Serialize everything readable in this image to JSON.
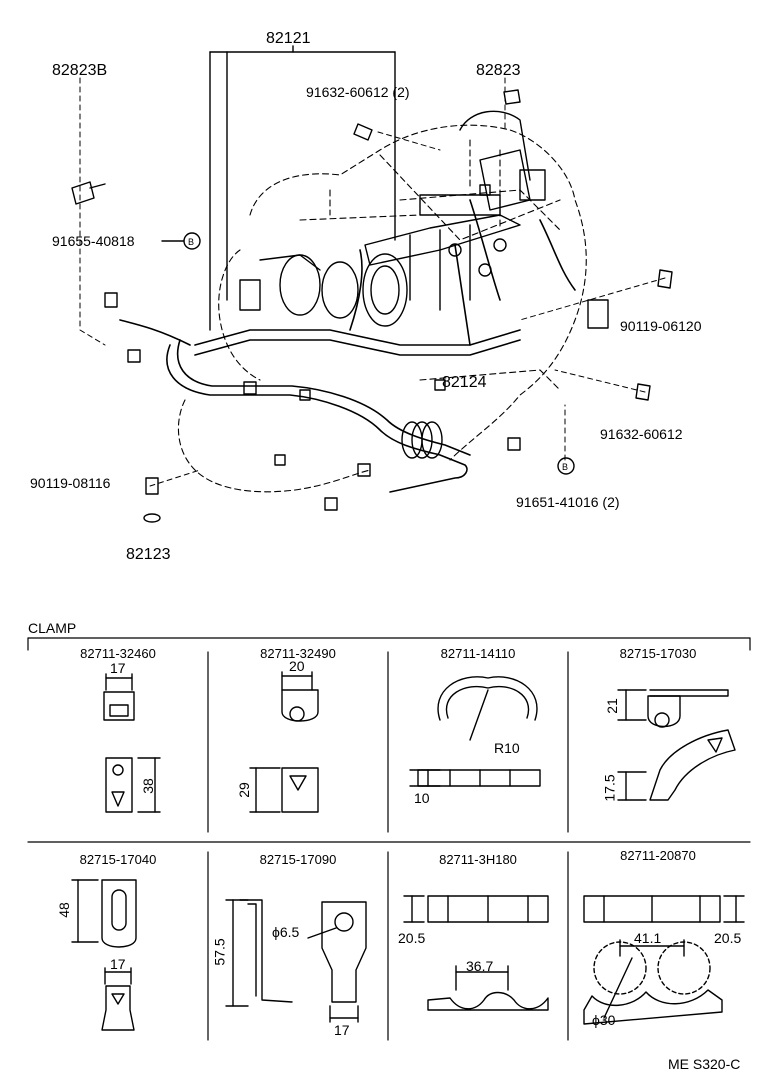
{
  "assembly": {
    "parts": {
      "harness_main": "82121",
      "clamp_b": "82823B",
      "clamp_a": "82823",
      "bolt_top": "91632-60612 (2)",
      "bolt_b_mark": "91655-40818",
      "bolt_right_a": "90119-06120",
      "sub_harness": "82124",
      "bolt_right_b": "91632-60612",
      "bolt_left": "90119-08116",
      "bolt_b_lower": "91651-41016 (2)",
      "ground_wire": "82123"
    },
    "marker_letter": "B"
  },
  "clamp_section": {
    "title": "CLAMP",
    "cells": [
      {
        "part": "82711-32460",
        "dims": [
          "17",
          "38"
        ]
      },
      {
        "part": "82711-32490",
        "dims": [
          "20",
          "29"
        ]
      },
      {
        "part": "82711-14110",
        "dims": [
          "R10",
          "10"
        ]
      },
      {
        "part": "82715-17030",
        "dims": [
          "21",
          "17.5"
        ]
      },
      {
        "part": "82715-17040",
        "dims": [
          "48",
          "17"
        ]
      },
      {
        "part": "82715-17090",
        "dims": [
          "57.5",
          "ϕ6.5",
          "17"
        ]
      },
      {
        "part": "82711-3H180",
        "dims": [
          "20.5",
          "36.7"
        ]
      },
      {
        "part": "82711-20870",
        "dims": [
          "41.1",
          "20.5",
          "ϕ30"
        ]
      }
    ]
  },
  "footer": {
    "code": "ME S320-C"
  }
}
